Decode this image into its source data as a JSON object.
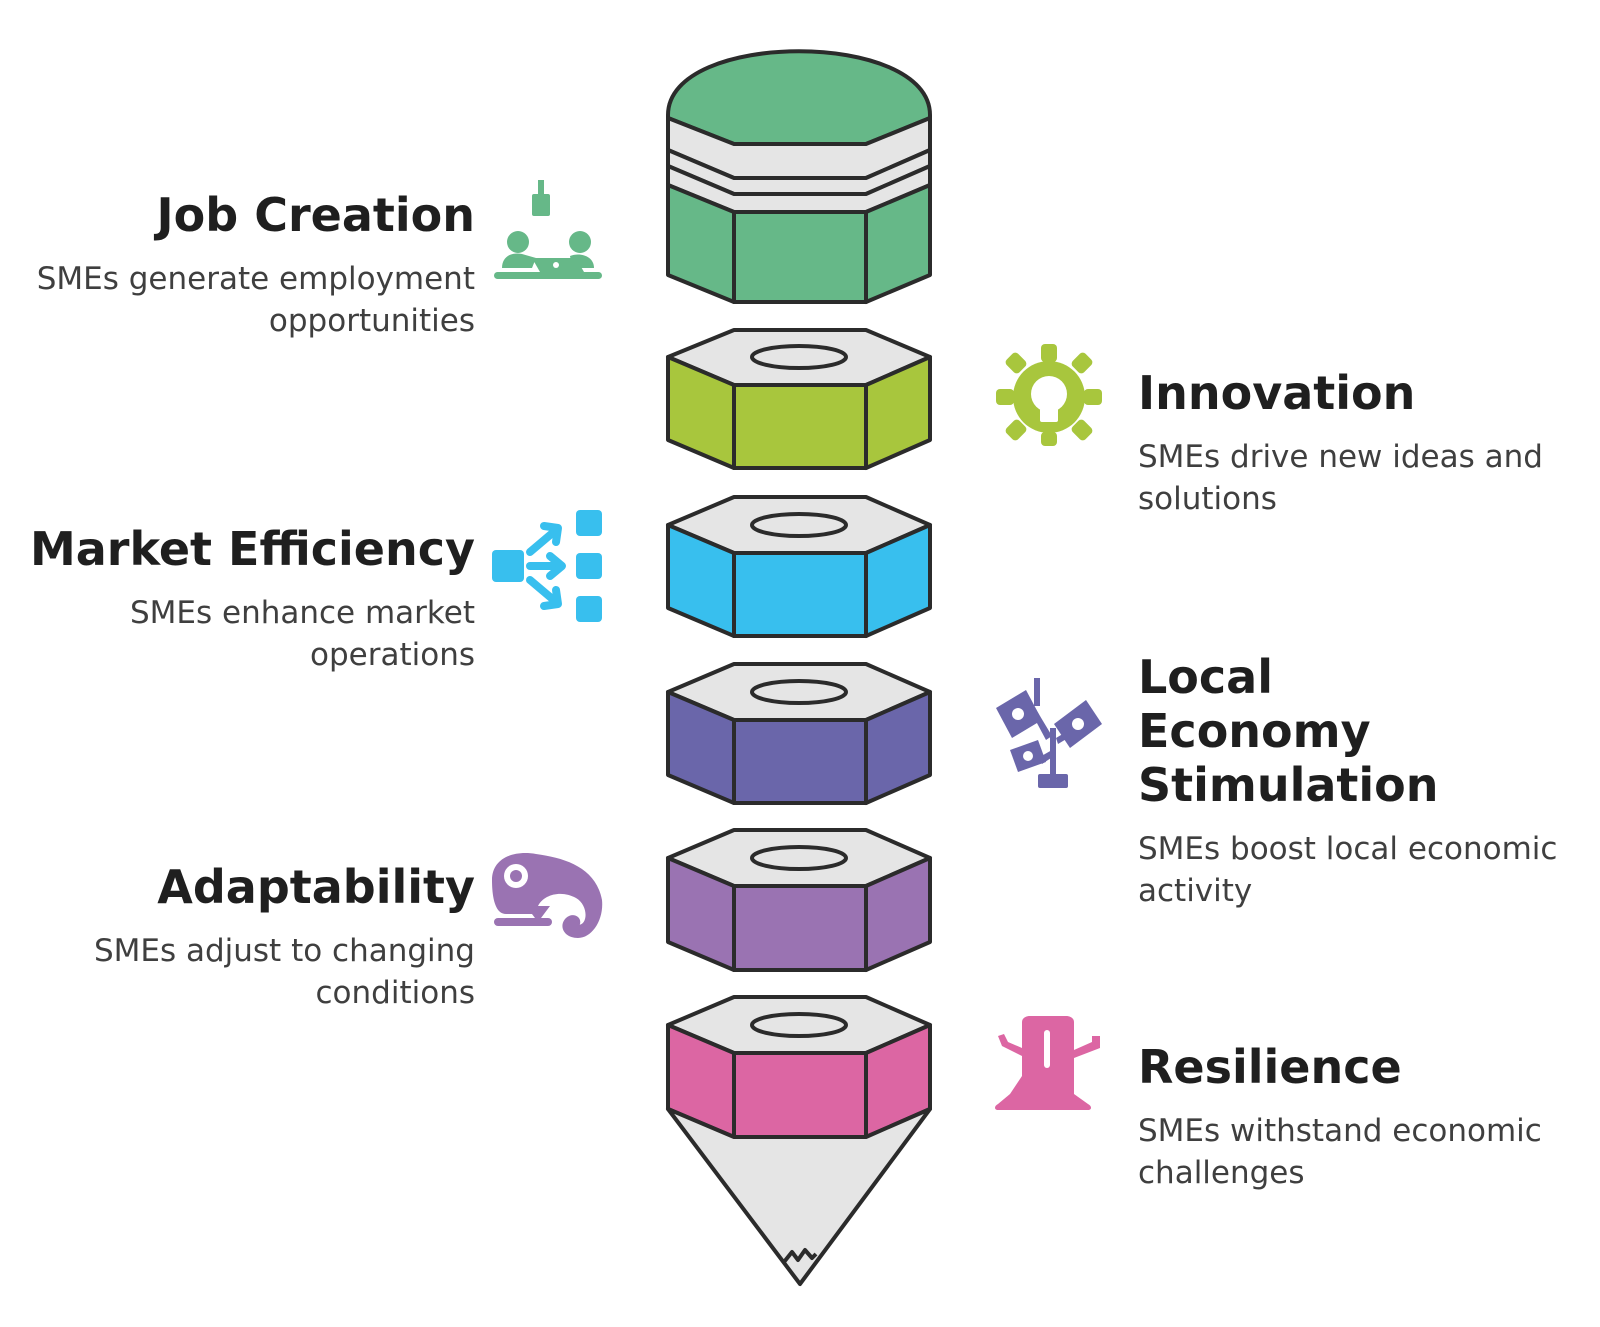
{
  "colors": {
    "job_creation": "#66b888",
    "innovation": "#a8c63d",
    "market_efficiency": "#38bfee",
    "local_economy": "#6a66aa",
    "adaptability": "#9a73b2",
    "resilience": "#dc66a3",
    "gray_face": "#e5e5e5",
    "stroke": "#2b2b2b"
  },
  "items": {
    "job_creation": {
      "title": "Job Creation",
      "desc": "SMEs generate employment opportunities",
      "icon": "meeting-people-icon"
    },
    "innovation": {
      "title": "Innovation",
      "desc": "SMEs drive new ideas and solutions",
      "icon": "gear-lightbulb-icon"
    },
    "market_efficiency": {
      "title": "Market Efficiency",
      "desc": "SMEs enhance market operations",
      "icon": "flow-distribution-icon"
    },
    "local_economy": {
      "title": "Local Economy Stimulation",
      "desc": "SMEs boost local economic activity",
      "icon": "money-plant-icon"
    },
    "adaptability": {
      "title": "Adaptability",
      "desc": "SMEs adjust to changing conditions",
      "icon": "chameleon-icon"
    },
    "resilience": {
      "title": "Resilience",
      "desc": "SMEs withstand economic challenges",
      "icon": "tree-stump-icon"
    }
  }
}
